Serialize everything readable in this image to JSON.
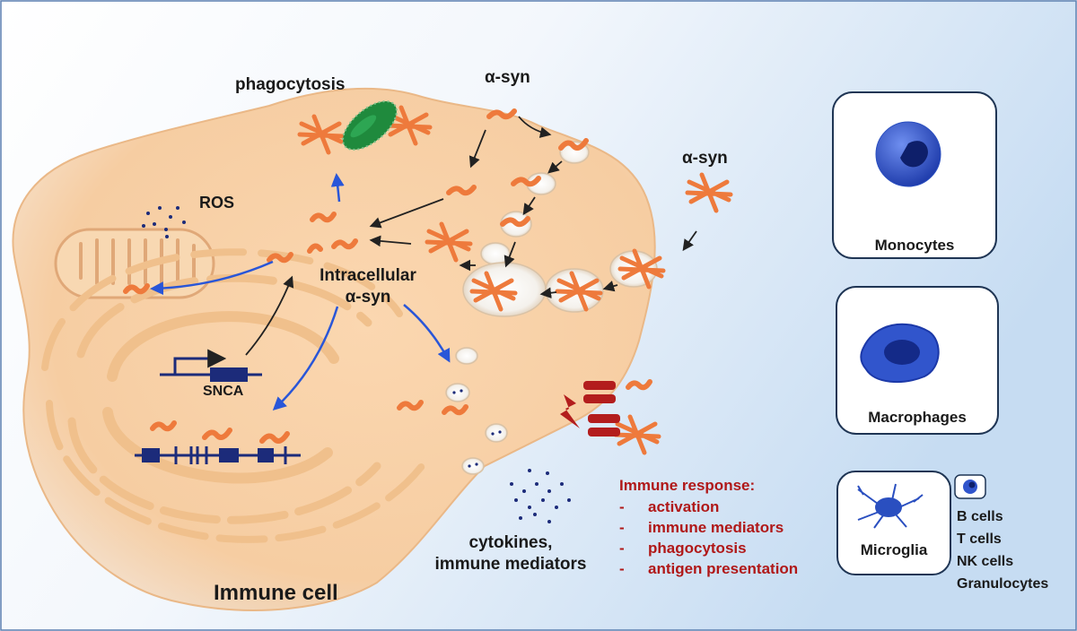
{
  "labels": {
    "phagocytosis": "phagocytosis",
    "asyn_top": "α-syn",
    "asyn_right": "α-syn",
    "ros": "ROS",
    "intracellular_line1": "Intracellular",
    "intracellular_line2": "α-syn",
    "snca": "SNCA",
    "cytokines_line1": "cytokines,",
    "cytokines_line2": "immune mediators",
    "immune_cell": "Immune cell"
  },
  "immune_response": {
    "title": "Immune response:",
    "bullet": "-",
    "items": [
      "activation",
      "immune mediators",
      "phagocytosis",
      "antigen presentation"
    ]
  },
  "cell_types": {
    "monocytes": "Monocytes",
    "macrophages": "Macrophages",
    "microglia": "Microglia",
    "others": [
      "B cells",
      "T cells",
      "NK cells",
      "Granulocytes"
    ]
  },
  "colors": {
    "background_left": "#ffffff",
    "background_right": "#c9ddf1",
    "cell_fill": "#f6cfa4",
    "cell_stroke": "#e7b887",
    "alpha_syn": "#ee7a3c",
    "arrow_black": "#222222",
    "arrow_blue": "#2956d8",
    "dna_blue": "#1c2b7a",
    "bacterium_green": "#1f8a3d",
    "receptor_red": "#b31d1d",
    "response_text": "#b01818",
    "cell_icon_blue": "#2a4fc0"
  },
  "icons": {
    "bacterium": "bacterium-icon",
    "mitochondrion": "mitochondrion-icon",
    "nucleus": "nucleus-icon",
    "gene": "gene-icon",
    "receptor": "receptor-icon",
    "monocyte": "monocyte-icon",
    "macrophage": "macrophage-icon",
    "microglia": "microglia-icon",
    "lymphocyte": "lymphocyte-icon"
  }
}
